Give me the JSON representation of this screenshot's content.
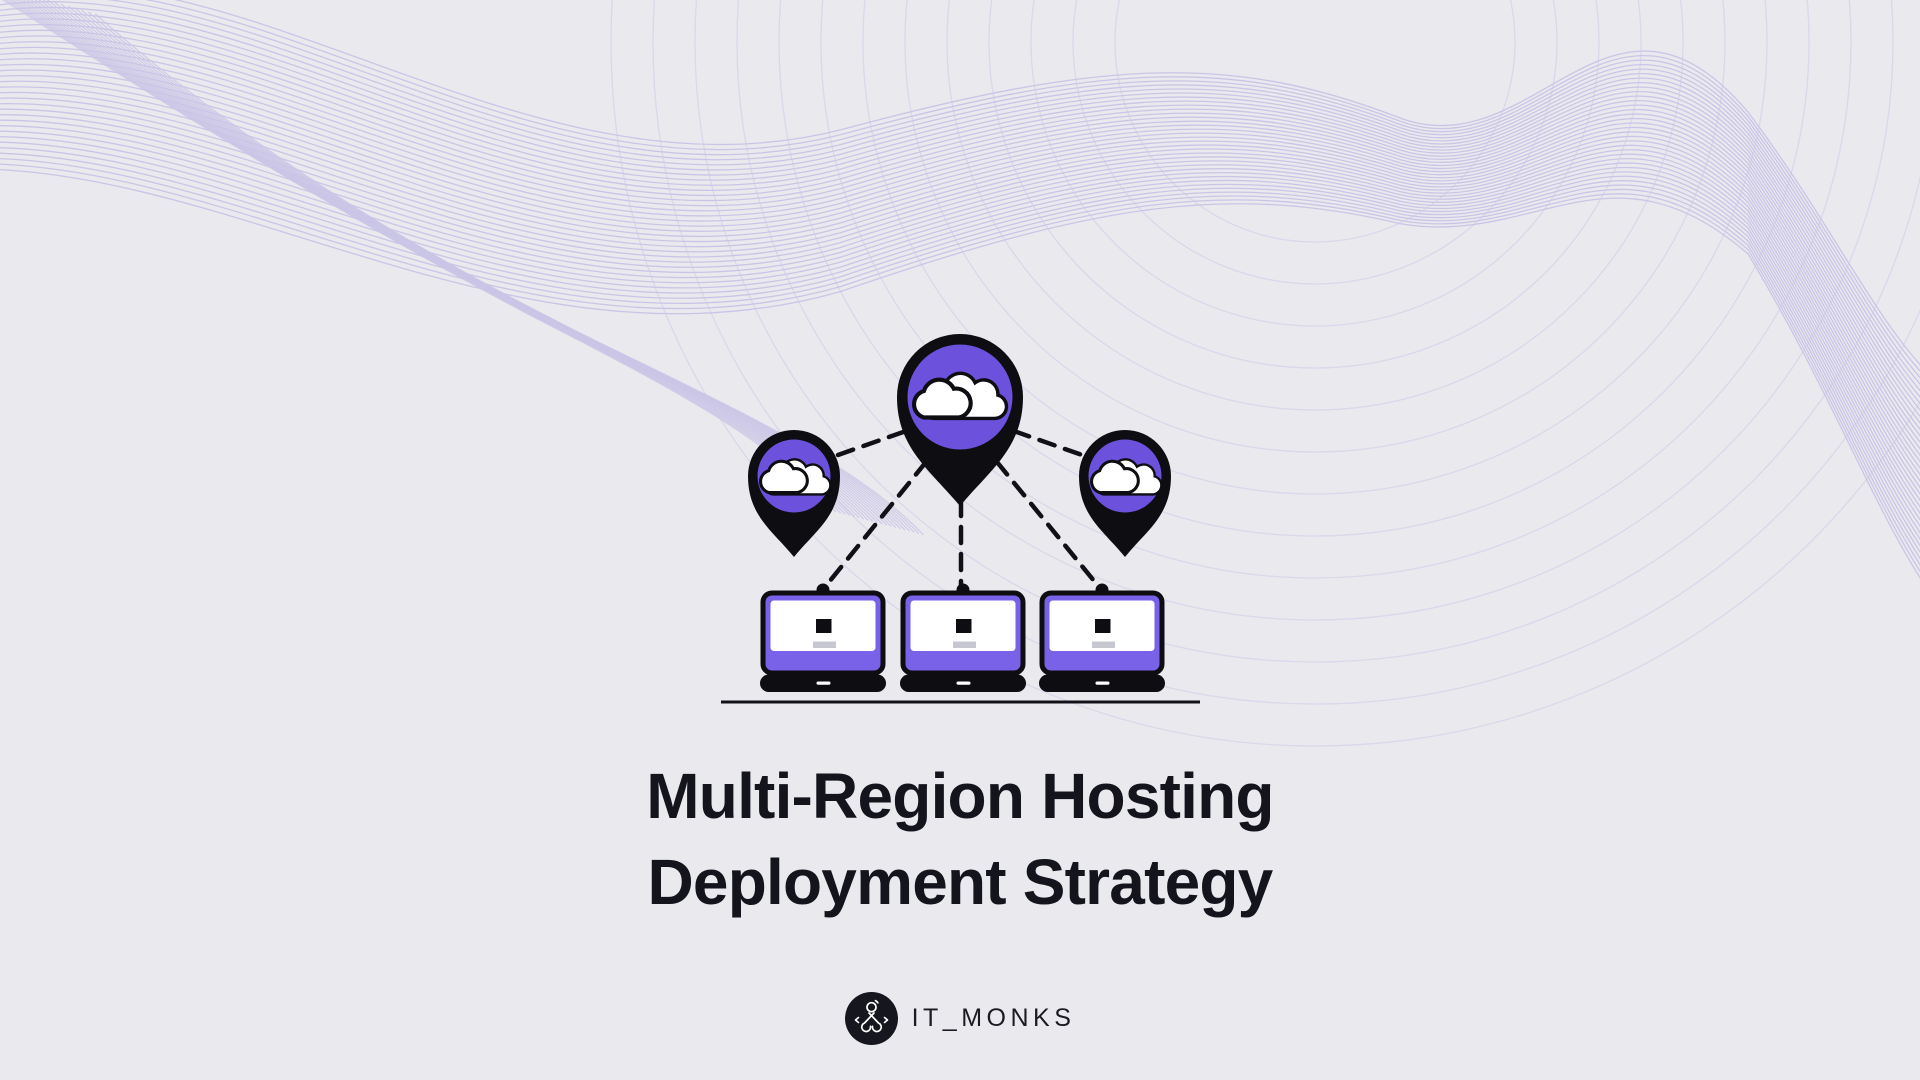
{
  "banner": {
    "title": {
      "line1": "Multi-Region Hosting",
      "line2": "Deployment Strategy"
    },
    "logo": {
      "text": "IT_MONKS",
      "icon": "meditating-monk-icon"
    },
    "illustration": {
      "icons": [
        "map-pin-cloud-icon-left",
        "map-pin-cloud-icon-center",
        "map-pin-cloud-icon-right",
        "laptop-icon-left",
        "laptop-icon-center",
        "laptop-icon-right",
        "dashed-connector-lines",
        "ground-line",
        "wave-pattern-background"
      ]
    },
    "colors": {
      "background": "#e9e9ee",
      "pin_purple": "#6b51dc",
      "laptop_purple": "#7a62e8",
      "ink_black": "#0d0d12",
      "wave_lavender": "#b2a9e0",
      "title_text": "#14141c",
      "screen_placeholder_gray": "#c7c7d2"
    }
  }
}
